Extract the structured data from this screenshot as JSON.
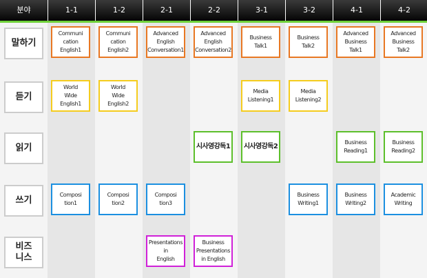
{
  "header": {
    "field": "분야",
    "terms": [
      "1-1",
      "1-2",
      "2-1",
      "2-2",
      "3-1",
      "3-2",
      "4-1",
      "4-2"
    ]
  },
  "colors": {
    "speaking": "#e87722",
    "listening": "#f5cc1d",
    "reading": "#5cbf2a",
    "writing": "#1b8fe0",
    "business": "#d020d8"
  },
  "rows": [
    {
      "label": "말하기",
      "key": "speaking",
      "courses": [
        "Communi\ncation\nEnglish1",
        "Communi\ncation\nEnglish2",
        "Advanced\nEnglish\nConversation1",
        "Advanced\nEnglish\nConversation2",
        "Business\nTalk1",
        "Business\nTalk2",
        "Advanced\nBusiness\nTalk1",
        "Advanced\nBusiness\nTalk2"
      ]
    },
    {
      "label": "듣기",
      "key": "listening",
      "courses": [
        "World\nWide\nEnglish1",
        "World\nWide\nEnglish2",
        "",
        "",
        "Media\nListening1",
        "Media\nListening2",
        "",
        ""
      ]
    },
    {
      "label": "읽기",
      "key": "reading",
      "courses": [
        "",
        "",
        "",
        "시사영강독1",
        "시사영강독2",
        "",
        "Business\nReading1",
        "Business\nReading2"
      ]
    },
    {
      "label": "쓰기",
      "key": "writing",
      "courses": [
        "Composi\ntion1",
        "Composi\ntion2",
        "Composi\ntion3",
        "",
        "",
        "Business\nWriting1",
        "Business\nWriting2",
        "Academic\nWriting"
      ]
    },
    {
      "label": "비즈\n니스",
      "key": "business",
      "courses": [
        "",
        "",
        "Presentations\nin\nEnglish",
        "Business\nPresentations\nin English",
        "",
        "",
        "",
        ""
      ]
    }
  ]
}
